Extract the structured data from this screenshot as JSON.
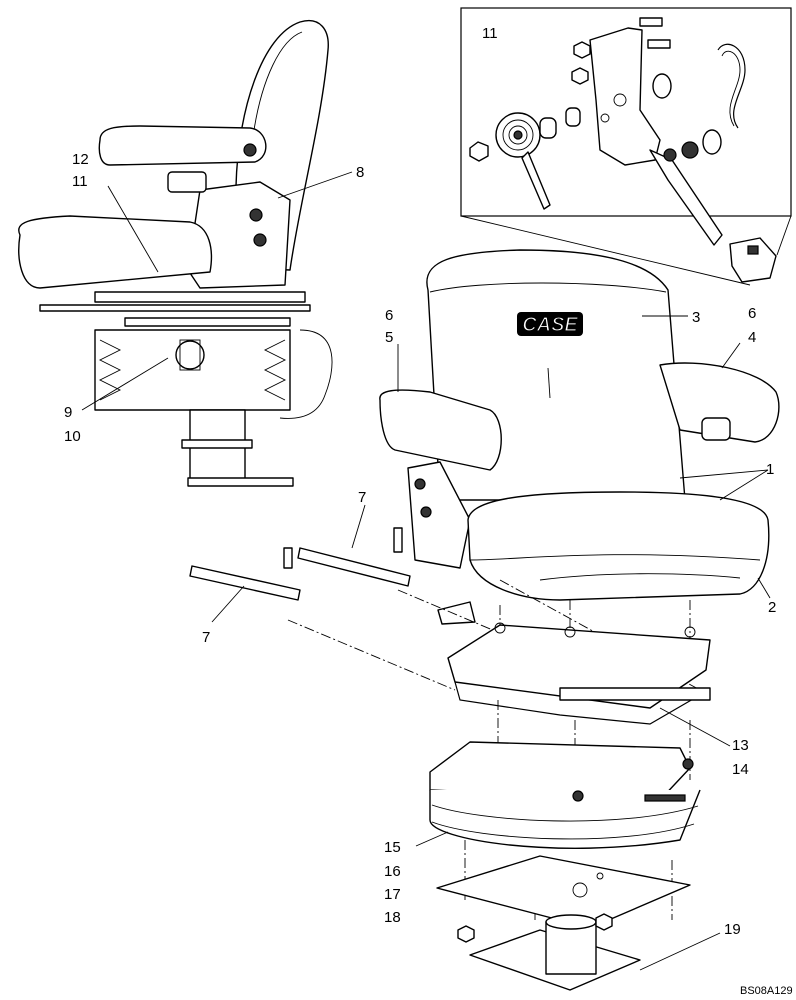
{
  "callouts": {
    "c1": "1",
    "c2": "2",
    "c3": "3",
    "c4": "4",
    "c5": "5",
    "c6a": "6",
    "c6b": "6",
    "c7a": "7",
    "c7b": "7",
    "c8": "8",
    "c9": "9",
    "c10": "10",
    "c11a": "11",
    "c11b": "11",
    "c12": "12",
    "c13": "13",
    "c14": "14",
    "c15": "15",
    "c16": "16",
    "c17": "17",
    "c18": "18",
    "c19": "19"
  },
  "brand_logo": "CASE",
  "drawing_code": "BS08A129"
}
